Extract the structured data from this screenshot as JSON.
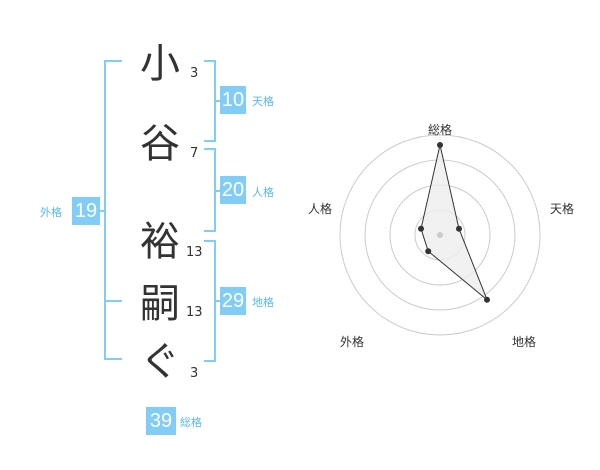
{
  "name": {
    "characters": [
      {
        "char": "小",
        "strokes": "3"
      },
      {
        "char": "谷",
        "strokes": "7"
      },
      {
        "char": "裕",
        "strokes": "13"
      },
      {
        "char": "嗣",
        "strokes": "13"
      },
      {
        "char": "ぐ",
        "strokes": "3"
      }
    ]
  },
  "kaku": {
    "tenkaku": {
      "value": "10",
      "label": "天格"
    },
    "jinkaku": {
      "value": "20",
      "label": "人格"
    },
    "chikaku": {
      "value": "29",
      "label": "地格"
    },
    "gaikaku": {
      "value": "19",
      "label": "外格"
    },
    "soukaku": {
      "value": "39",
      "label": "総格"
    }
  },
  "colors": {
    "accent": "#82CDF6",
    "accent_text": "#55BBEE",
    "text": "#333333",
    "grid": "#CCCCCC",
    "polygon_fill": "#EEEEEE",
    "polygon_stroke": "#333333"
  },
  "chart_data": {
    "type": "radar",
    "axes": [
      "総格",
      "天格",
      "地格",
      "外格",
      "人格"
    ],
    "values": [
      0.9,
      0.2,
      0.8,
      0.2,
      0.2
    ],
    "range": [
      0,
      1
    ],
    "rings": 4
  }
}
